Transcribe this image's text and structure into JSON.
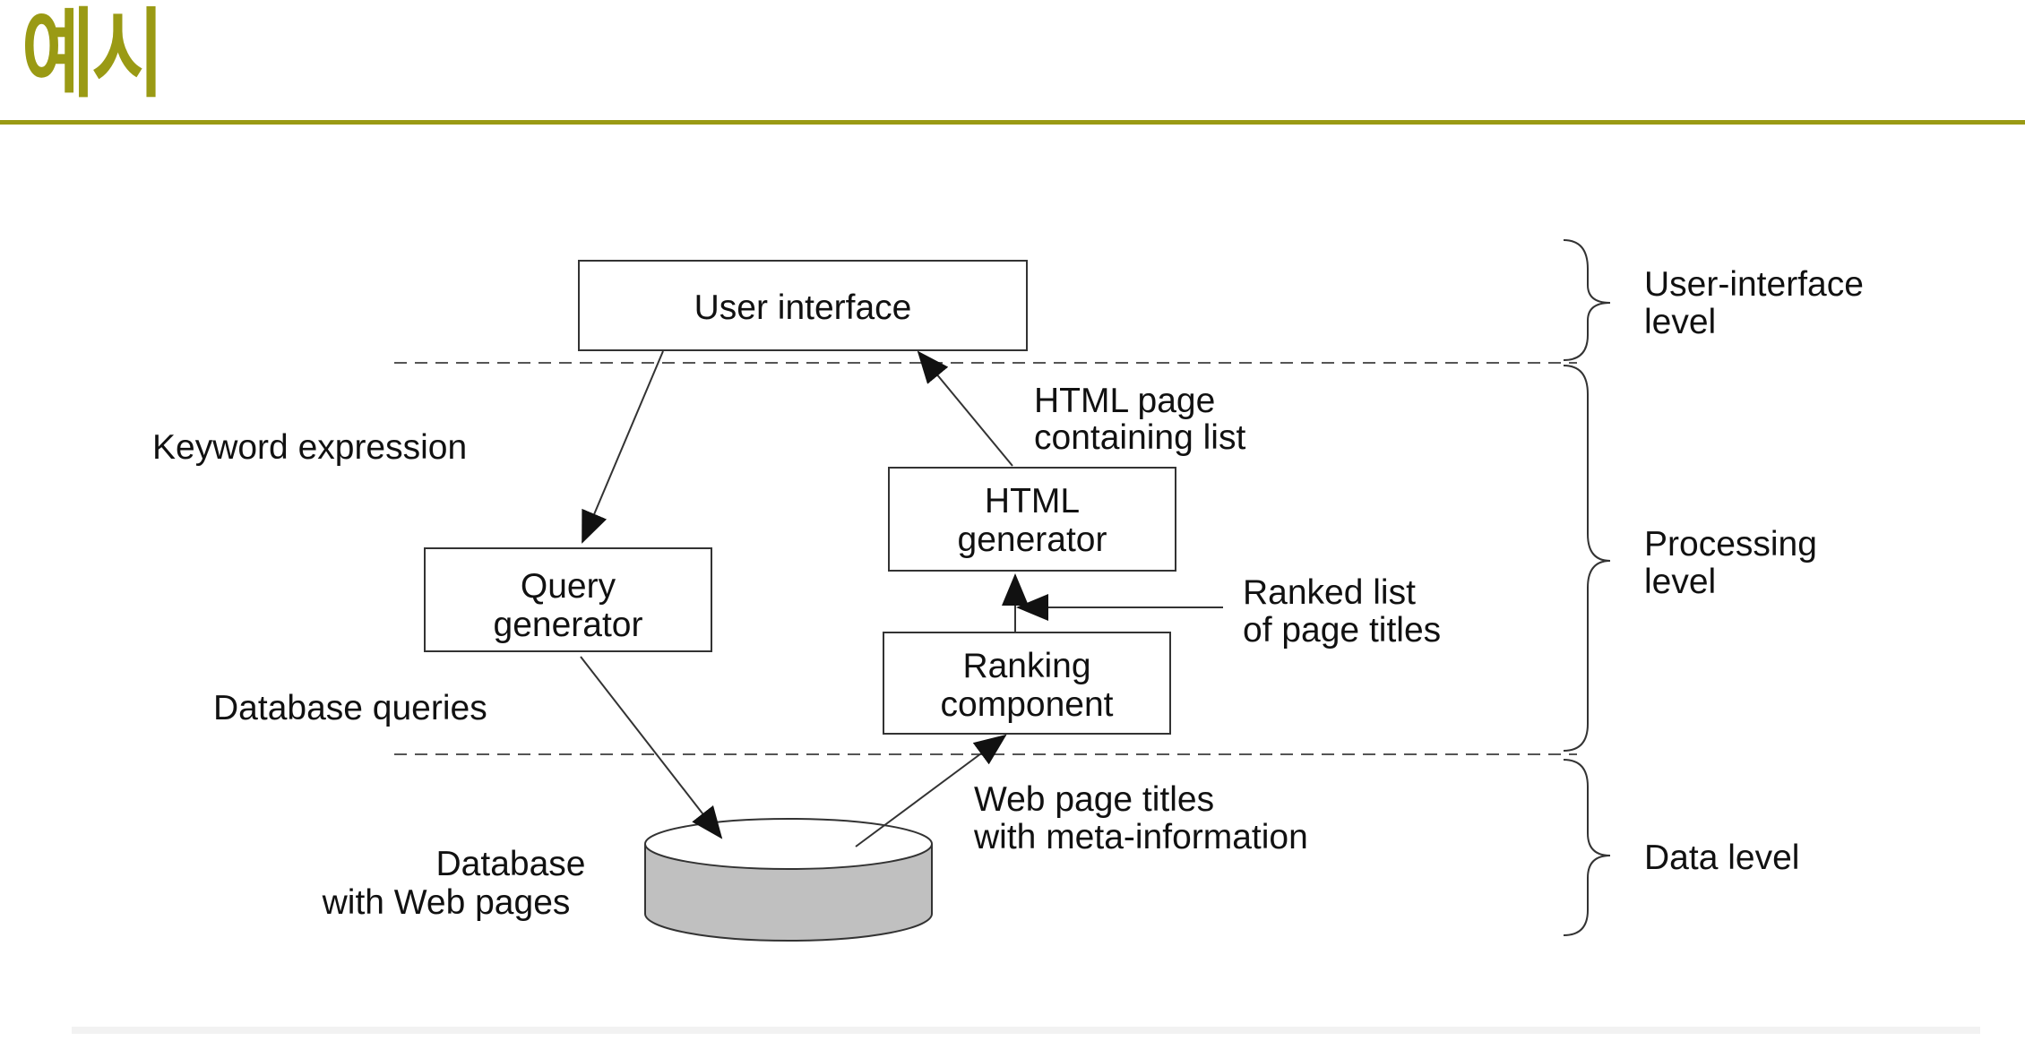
{
  "slide": {
    "title": "예시"
  },
  "diagram": {
    "boxes": {
      "user_interface": "User interface",
      "html_generator": [
        "HTML",
        "generator"
      ],
      "query_generator": [
        "Query",
        "generator"
      ],
      "ranking_component": [
        "Ranking",
        "component"
      ]
    },
    "database": [
      "Database",
      "with Web pages"
    ],
    "labels": {
      "keyword_expression": "Keyword expression",
      "html_page": [
        "HTML page",
        "containing list"
      ],
      "ranked_list": [
        "Ranked list",
        "of page titles"
      ],
      "database_queries": "Database queries",
      "web_page_titles": [
        "Web page titles",
        "with meta-information"
      ]
    },
    "levels": {
      "user_interface_level": [
        "User-interface",
        "level"
      ],
      "processing_level": [
        "Processing",
        "level"
      ],
      "data_level": "Data level"
    }
  },
  "colors": {
    "title": "#9a9a14",
    "rule": "#9a9a14",
    "database_fill": "#c0c0c0"
  }
}
